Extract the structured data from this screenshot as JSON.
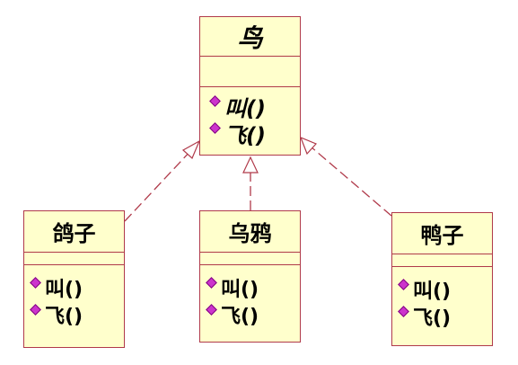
{
  "diagram": {
    "parent": {
      "name": "鸟",
      "operations": [
        "叫()",
        "飞()"
      ]
    },
    "children": [
      {
        "id": "pigeon",
        "name": "鸽子",
        "operations": [
          "叫()",
          "飞()"
        ]
      },
      {
        "id": "crow",
        "name": "乌鸦",
        "operations": [
          "叫()",
          "飞()"
        ]
      },
      {
        "id": "duck",
        "name": "鸭子",
        "operations": [
          "叫()",
          "飞()"
        ]
      }
    ],
    "relationship": "realization",
    "colors": {
      "box_fill": "#ffffcc",
      "box_border": "#b03a4a",
      "connector": "#b03a4a",
      "operation_icon": "#cc33cc"
    }
  }
}
